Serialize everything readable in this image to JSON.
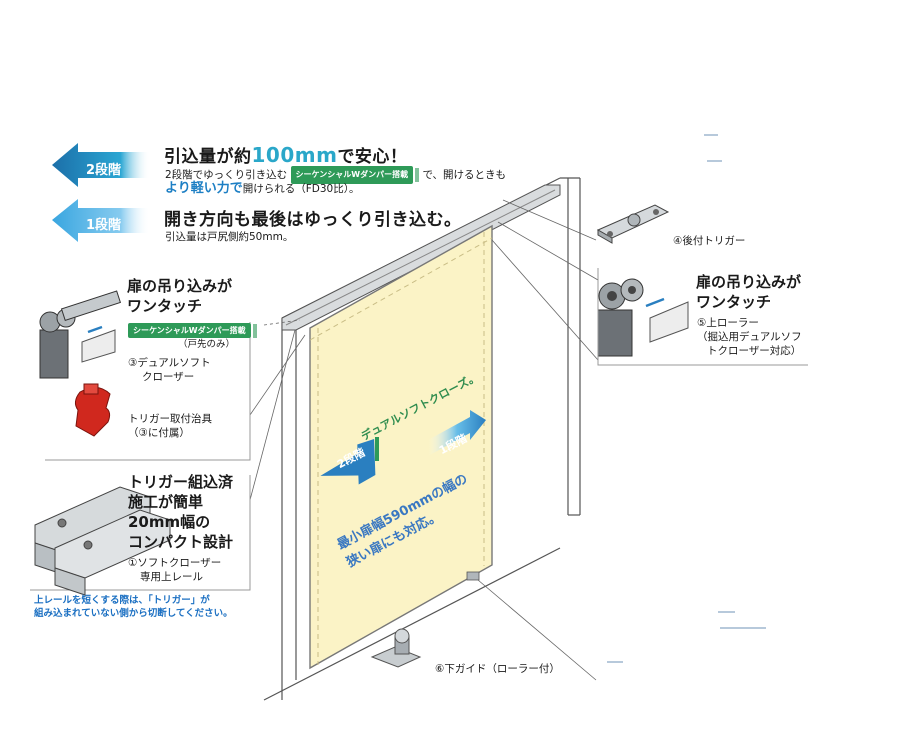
{
  "header": {
    "stage2_label": "2段階",
    "stage1_label": "1段階",
    "headline1_pre": "引込量が約",
    "headline1_accent": "100mm",
    "headline1_post": "で安心！",
    "line2_pre": "2段階でゆっくり引き込む",
    "line2_badge": "シーケンシャルWダンパー搭載",
    "line2_post": "で、開けるときも",
    "line3_bold": "より軽い力で",
    "line3_post": "開けられる（FD30比）。",
    "headline2": "開き方向も最後はゆっくり引き込む。",
    "headline2_sub": "引込量は戸尻側約50mm。"
  },
  "left_panel": {
    "hang_title_1": "扉の吊り込みが",
    "hang_title_2": "ワンタッチ",
    "badge": "シーケンシャルWダンパー搭載",
    "door_end_only": "（戸先のみ）",
    "part3_1": "③デュアルソフト",
    "part3_2": "クローザー",
    "jig_1": "トリガー取付治具",
    "jig_2": "（③に付属）",
    "rail_title_1": "トリガー組込済",
    "rail_title_2": "施工が簡単",
    "rail_title_3": "20mm幅の",
    "rail_title_4": "コンパクト設計",
    "part1_1": "①ソフトクローザー",
    "part1_2": "専用上レール",
    "note_1": "上レールを短くする際は、「トリガー」が",
    "note_2": "組み込まれていない側から切断してください。"
  },
  "right_panel": {
    "part4": "④後付トリガー",
    "hang_title_1": "扉の吊り込みが",
    "hang_title_2": "ワンタッチ",
    "part5_1": "⑤上ローラー",
    "part5_2": "（掘込用デュアルソフ",
    "part5_3": "トクローザー対応）"
  },
  "door": {
    "stage2": "2段階",
    "product": "デュアルソフトクローズ。",
    "stage1": "1段階",
    "caption_1": "最小扉幅590mmの幅の",
    "caption_2": "狭い扉にも対応。"
  },
  "bottom": {
    "part6": "⑥下ガイド（ローラー付）"
  },
  "colors": {
    "accent_blue": "#1d7fc4",
    "green": "#2e9a58",
    "door_fill": "#fbf3c6",
    "hardware_red": "#d0281e"
  }
}
